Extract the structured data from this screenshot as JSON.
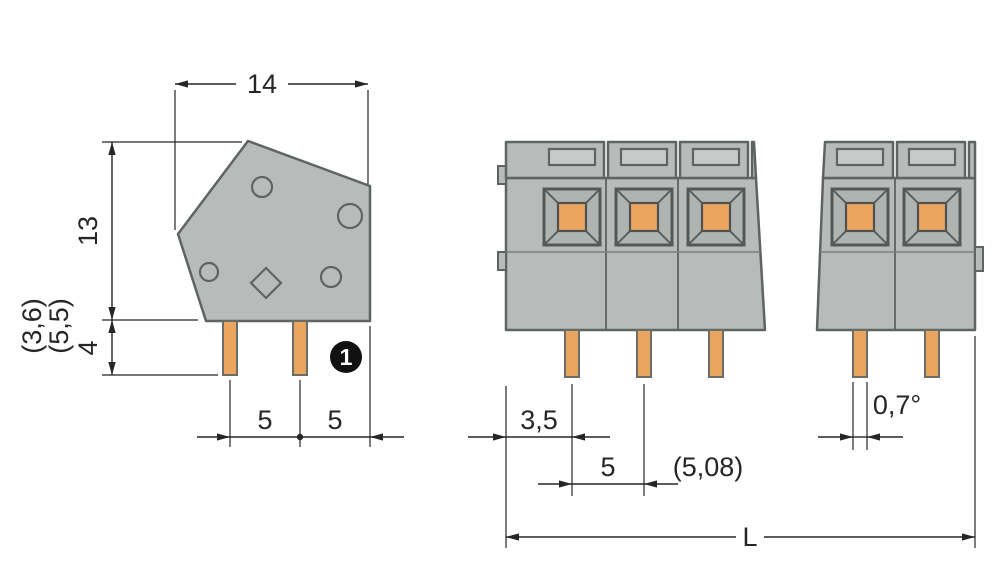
{
  "title": "terminal-block-dimension-drawing",
  "colors": {
    "body_gray": "#b7bcba",
    "outline_gray": "#5f6462",
    "pin_orange": "#eca55f",
    "dimension_black": "#262626",
    "marker_black": "#111111",
    "background": "#ffffff"
  },
  "side_view": {
    "width_label": "14",
    "height_label": "13",
    "aux_label_1": "(3,6)",
    "aux_label_2": "(5,5)",
    "pin_length_label": "4",
    "pitch_left_label": "5",
    "pitch_right_label": "5",
    "marker_label": "1"
  },
  "front_view": {
    "edge_offset_label": "3,5",
    "pitch_label": "5",
    "pitch_alt_label": "(5,08)",
    "pin_width_label": "0,7°",
    "total_length_label": "L"
  }
}
